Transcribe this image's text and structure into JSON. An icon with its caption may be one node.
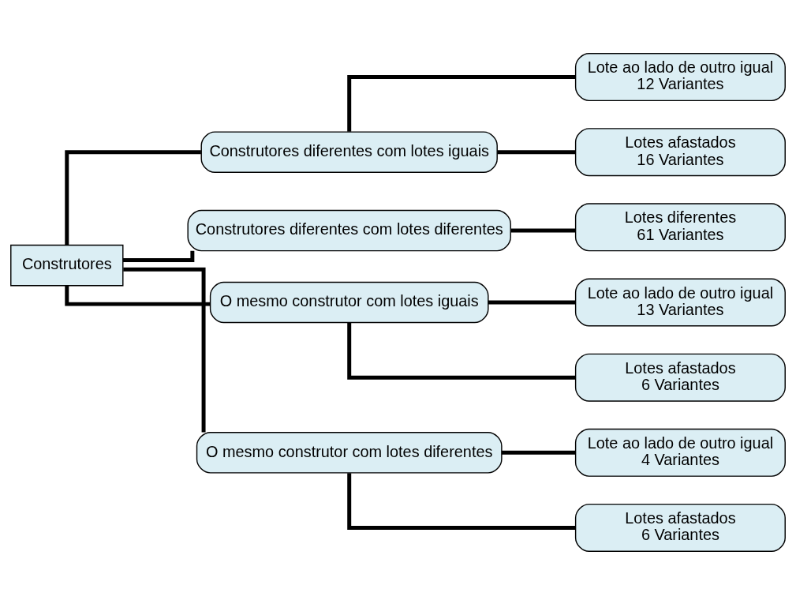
{
  "diagram": {
    "nodes": [
      {
        "text": [
          "Construtores"
        ]
      },
      {
        "text": [
          "Construtores diferentes com lotes iguais"
        ]
      },
      {
        "text": [
          "Lote ao lado de outro igual",
          "12 Variantes"
        ]
      },
      {
        "text": [
          "Lotes afastados",
          "16 Variantes"
        ]
      },
      {
        "text": [
          "Construtores diferentes com lotes diferentes"
        ]
      },
      {
        "text": [
          "Lotes diferentes",
          "61 Variantes"
        ]
      },
      {
        "text": [
          "O mesmo construtor com lotes iguais"
        ]
      },
      {
        "text": [
          "Lote ao lado de outro igual",
          "13 Variantes"
        ]
      },
      {
        "text": [
          "Lotes afastados",
          "6 Variantes"
        ]
      },
      {
        "text": [
          "O mesmo construtor com lotes diferentes"
        ]
      },
      {
        "text": [
          "Lote ao lado de outro igual",
          "4 Variantes"
        ]
      },
      {
        "text": [
          "Lotes afastados",
          "6 Variantes"
        ]
      }
    ],
    "edges": [
      {
        "from": 0,
        "to": 1,
        "arrow": "none"
      },
      {
        "from": 1,
        "to": 2,
        "arrow": "none"
      },
      {
        "from": 1,
        "to": 3,
        "arrow": "none"
      },
      {
        "from": 0,
        "to": 4,
        "arrow": "none"
      },
      {
        "from": 4,
        "to": 5,
        "arrow": "none"
      },
      {
        "from": 0,
        "to": 6,
        "arrow": "none"
      },
      {
        "from": 6,
        "to": 7,
        "arrow": "none"
      },
      {
        "from": 6,
        "to": 8,
        "arrow": "none"
      },
      {
        "from": 0,
        "to": 9,
        "arrow": "none"
      },
      {
        "from": 9,
        "to": 10,
        "arrow": "none"
      },
      {
        "from": 9,
        "to": 11,
        "arrow": "none"
      }
    ]
  }
}
